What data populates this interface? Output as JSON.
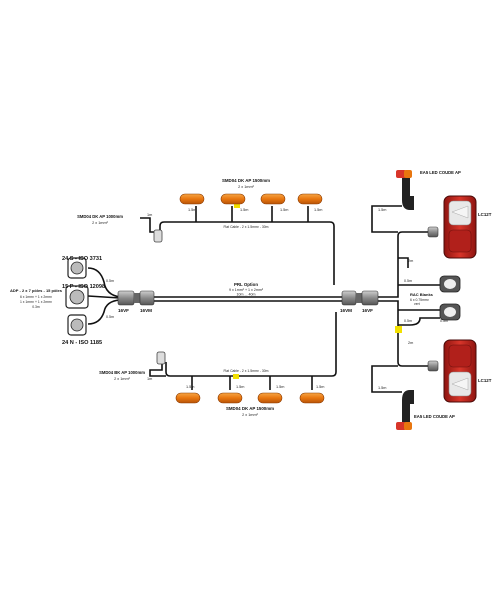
{
  "labels": {
    "top_bar_title": "SMD04 DK AP 1500mm",
    "top_bar_sub": "2 x 1mm²",
    "top_left_lamp_title": "SMD04 DK AP 1000mm",
    "top_left_lamp_sub": "2 x 1mm²",
    "top_left_len": "1m",
    "top_len_1": "1.5m",
    "top_len_2": "1.5m",
    "top_len_3": "1.5m",
    "top_len_4": "1.5m",
    "top_flat_cable": "Flat Cable - 2 x 1.5mm² - 30m",
    "socket_24s": "24 S - ISO 3731",
    "socket_15p": "15 P - ISO 12098",
    "socket_24n": "24 N - ISO 1185",
    "adp_title": "ADP - 2 x 7 pôles - 15 pôles",
    "adp_sub1": "6 x 1mm² + 1 x 2mm²",
    "adp_sub2": "1 x 1mm² + 1 x 2mm²",
    "adp_len": "0.3m",
    "len_05_top": "0.5m",
    "len_05_bot": "0.5m",
    "conn_16vf_left": "16VF",
    "conn_16vm_left": "16VM",
    "prl_title": "PRL Option",
    "prl_sub1": "9 x 1mm² + 1 x 2mm²",
    "prl_sub2": "10m ... 40m",
    "conn_16vm_right": "16VM",
    "conn_16vf_right": "16VF",
    "bot_left_lamp_title": "SMD04 BK AP 1000mm",
    "bot_left_lamp_sub": "2 x 1mm²",
    "bot_left_len": "1m",
    "bot_flat_cable": "Flat Cable - 2 x 1.5mm² - 30m",
    "bot_len_1": "1.5m",
    "bot_len_2": "1.5m",
    "bot_len_3": "1.5m",
    "bot_len_4": "1.5m",
    "bot_bar_title": "SMD04 DK AP 1500mm",
    "bot_bar_sub": "2 x 1mm²",
    "ea5_top": "EA5 LED COUDE AP",
    "ea5_bot": "EA5 LED COUDE AP",
    "lc12t_top": "LC12T",
    "lc12t_bot": "LC12T",
    "rac_title": "RAC Blanks",
    "rac_sub1": "6 x 0.75mm²",
    "rac_sub2": "vert",
    "r_len_15_top": "1.5m",
    "r_len_15_bot": "1.5m",
    "r_len_2m_top": "2m",
    "r_len_2m_bot": "2m",
    "r_len_05_top": "0.5m",
    "r_len_05_bot": "0.5m",
    "r_len_05_mid": "0.5m"
  },
  "colors": {
    "lamp_amber": "#e8760f",
    "lamp_amber_light": "#f6a544",
    "tail_red": "#c0221c",
    "lens_grey": "#d6d6d6",
    "cable": "#111111",
    "connector_grey": "#8a8a8a",
    "junction_yellow": "#f2e000"
  }
}
